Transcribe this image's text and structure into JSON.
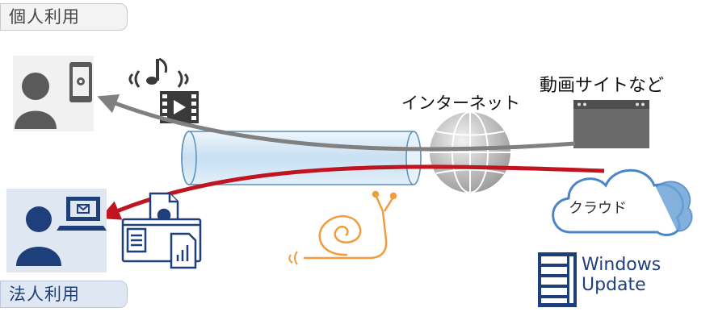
{
  "labels": {
    "personal_use": "個人利用",
    "corporate_use": "法人利用",
    "internet": "インターネット",
    "video_sites": "動画サイトなど",
    "cloud": "クラウド",
    "windows_update_line1": "Windows",
    "windows_update_line2": "Update"
  },
  "colors": {
    "gray_flow": "#808080",
    "red_flow": "#c0141e",
    "corporate_navy": "#1f3f7a",
    "snail_orange": "#f39c3c",
    "cloud_blue": "#4a86c6",
    "pipe_blue": "#d3e6f4"
  },
  "icons": [
    "person-smartphone-icon",
    "music-icon",
    "video-film-icon",
    "globe-icon",
    "browser-window-icon",
    "cloud-icon",
    "person-laptop-icon",
    "documents-icon",
    "snail-icon",
    "server-icon"
  ]
}
